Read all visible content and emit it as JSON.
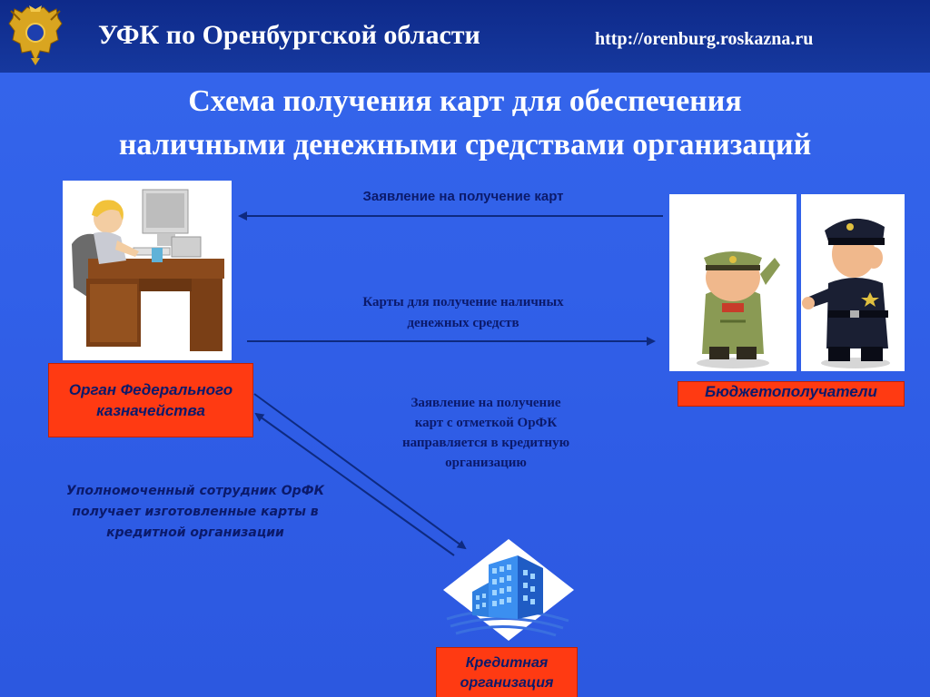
{
  "header": {
    "title": "УФК по Оренбургской области",
    "url": "http://orenburg.roskazna.ru",
    "emblem_icon": "double-headed-eagle-emblem"
  },
  "slide": {
    "title_line1": "Схема получения карт для обеспечения",
    "title_line2": "наличными денежными средствами организаций"
  },
  "nodes": {
    "treasury": "Орган Федерального казначейства",
    "recipients": "Бюджетополучатели",
    "credit_org": "Кредитная организация"
  },
  "edges": {
    "application": "Заявление на получение карт",
    "cards_line1": "Карты для получение наличных",
    "cards_line2": "денежных средств",
    "forward": "Заявление на получение карт с отметкой ОрФК направляется в кредитную организацию",
    "employee": "Уполномоченный сотрудник ОрФК получает изготовленные карты в кредитной организации"
  },
  "images": {
    "clerk": "clerk-at-computer-illustration",
    "soldier": "saluting-soldier-illustration",
    "police": "police-officer-illustration",
    "building": "office-building-icon"
  },
  "colors": {
    "background": "#2f5de6",
    "header": "#12329a",
    "box": "#ff3a12",
    "text_dark": "#0b1a6b",
    "arrow": "#0e2a80"
  }
}
